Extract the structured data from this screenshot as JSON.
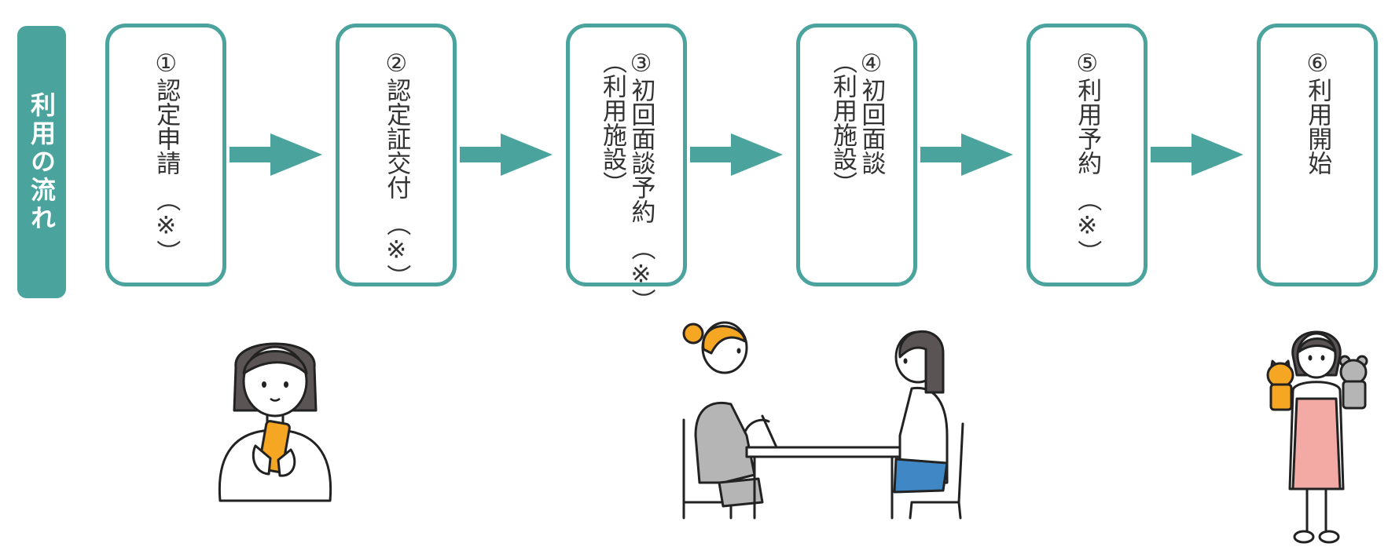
{
  "side_label": "利用の流れ",
  "steps": [
    {
      "main": "①認定申請　（※）",
      "sub": ""
    },
    {
      "main": "②認定証交付　（※）",
      "sub": ""
    },
    {
      "main": "③初回面談予約　（※）",
      "sub": "（利用施設）"
    },
    {
      "main": "④初回面談",
      "sub": "（利用施設）"
    },
    {
      "main": "⑤利用予約　（※）",
      "sub": ""
    },
    {
      "main": "⑥利用開始",
      "sub": ""
    }
  ],
  "colors": {
    "accent": "#4aa39c",
    "phone": "#f5a623",
    "hair_blonde": "#f5a623",
    "apron": "#f3a9a4",
    "skirt": "#3f88c5"
  },
  "icons": [
    "arrow-right-icon",
    "woman-with-smartphone-illustration",
    "interview-illustration",
    "caregiver-with-puppets-illustration"
  ]
}
